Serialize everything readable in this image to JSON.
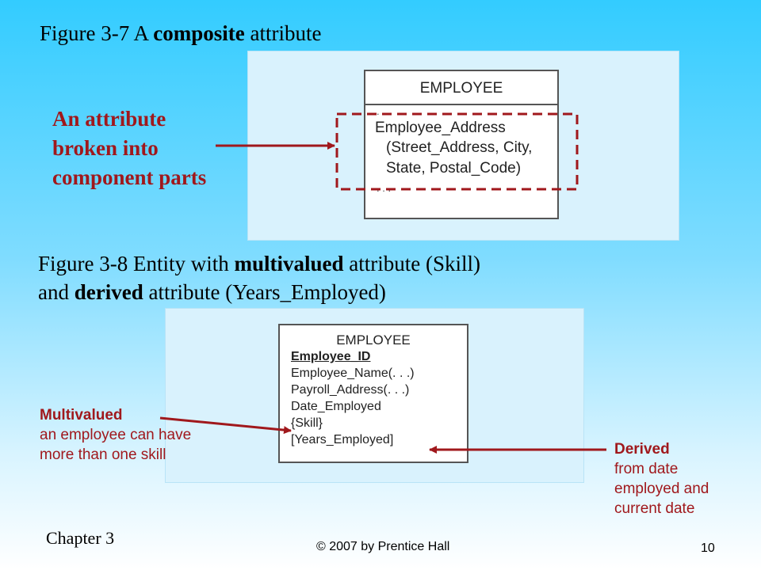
{
  "fig1": {
    "title_prefix": "Figure 3-7  A ",
    "title_bold": "composite",
    "title_suffix": " attribute",
    "entity_name": "EMPLOYEE",
    "dots_top": ". . .",
    "attr_line1": "Employee_Address",
    "attr_line2": "(Street_Address, City,",
    "attr_line3": "State, Postal_Code)",
    "dots_bottom": ". . .",
    "callout_line1": "An attribute",
    "callout_line2": "broken into",
    "callout_line3": "component parts"
  },
  "fig2": {
    "title_l1_prefix": "Figure 3-8  Entity with ",
    "title_l1_bold": "multivalued",
    "title_l1_suffix": " attribute (Skill)",
    "title_l2_prefix": "and ",
    "title_l2_bold": "derived",
    "title_l2_suffix": " attribute (Years_Employed)",
    "entity_name": "EMPLOYEE",
    "attributes": [
      "Employee_ID",
      "Employee_Name(. . .)",
      "Payroll_Address(. . .)",
      "Date_Employed",
      "{Skill}",
      "[Years_Employed]"
    ],
    "multivalued_head": "Multivalued",
    "multivalued_l1": "an employee can have",
    "multivalued_l2": "more than one skill",
    "derived_head": "Derived",
    "derived_l1": "from date",
    "derived_l2": "employed and",
    "derived_l3": "current date"
  },
  "footer": {
    "chapter": "Chapter 3",
    "copyright": "© 2007 by Prentice Hall",
    "page": "10"
  },
  "colors": {
    "accent_red": "#a0181c",
    "panel": "#d9f2fd"
  }
}
